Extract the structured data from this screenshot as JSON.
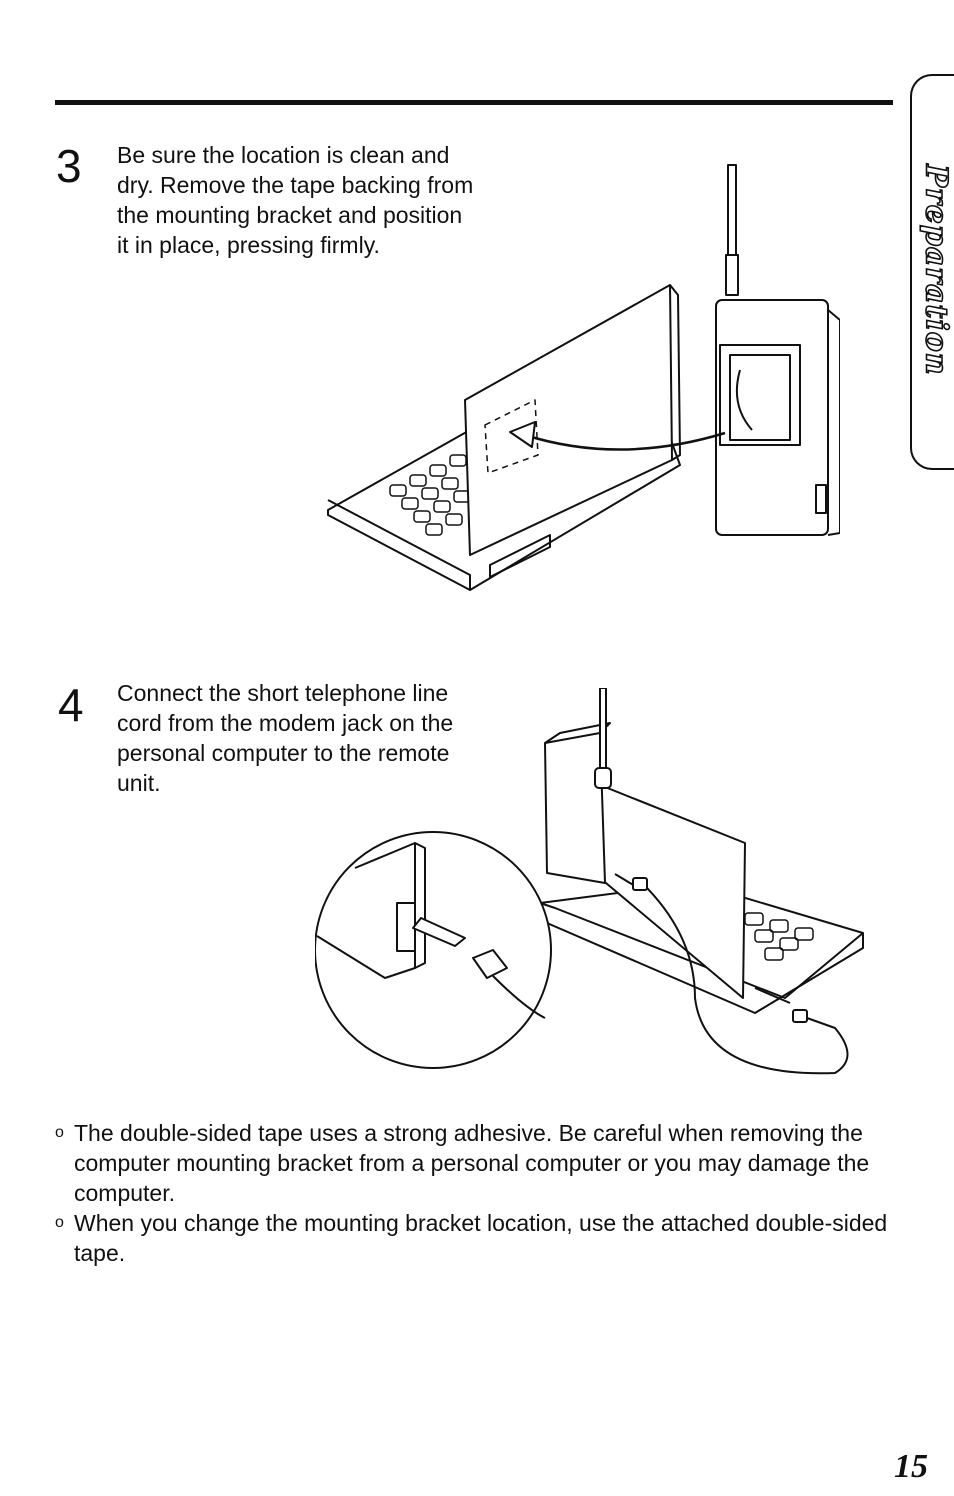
{
  "section_tab": "Preparation",
  "steps": [
    {
      "number": "3",
      "text": "Be sure the location is clean and dry. Remove the tape backing from the mounting bracket and position it in place, pressing firmly."
    },
    {
      "number": "4",
      "text": "Connect the short telephone line cord from the modem jack on the personal computer to the remote unit."
    }
  ],
  "notes": [
    "The double-sided tape uses a strong adhesive. Be careful when removing the computer mounting bracket from a personal computer or you may damage the computer.",
    "When you change the mounting bracket location, use the attached double-sided tape."
  ],
  "bullet_glyph": "o",
  "page_number": "15"
}
